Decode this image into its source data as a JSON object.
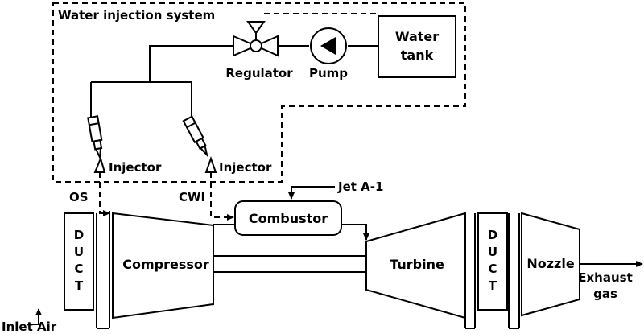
{
  "labels": {
    "system_title": "Water injection system",
    "water_tank_line1": "Water",
    "water_tank_line2": "tank",
    "regulator": "Regulator",
    "pump": "Pump",
    "injector_left": "Injector",
    "injector_right": "Injector",
    "os": "OS",
    "cwi": "CWI",
    "fuel": "Jet A-1",
    "combustor": "Combustor",
    "compressor": "Compressor",
    "turbine": "Turbine",
    "nozzle": "Nozzle",
    "inlet_air": "Inlet Air",
    "exhaust_line1": "Exhaust",
    "exhaust_line2": "gas",
    "duct_left": [
      "D",
      "U",
      "C",
      "T"
    ],
    "duct_right": [
      "D",
      "U",
      "C",
      "T"
    ]
  }
}
